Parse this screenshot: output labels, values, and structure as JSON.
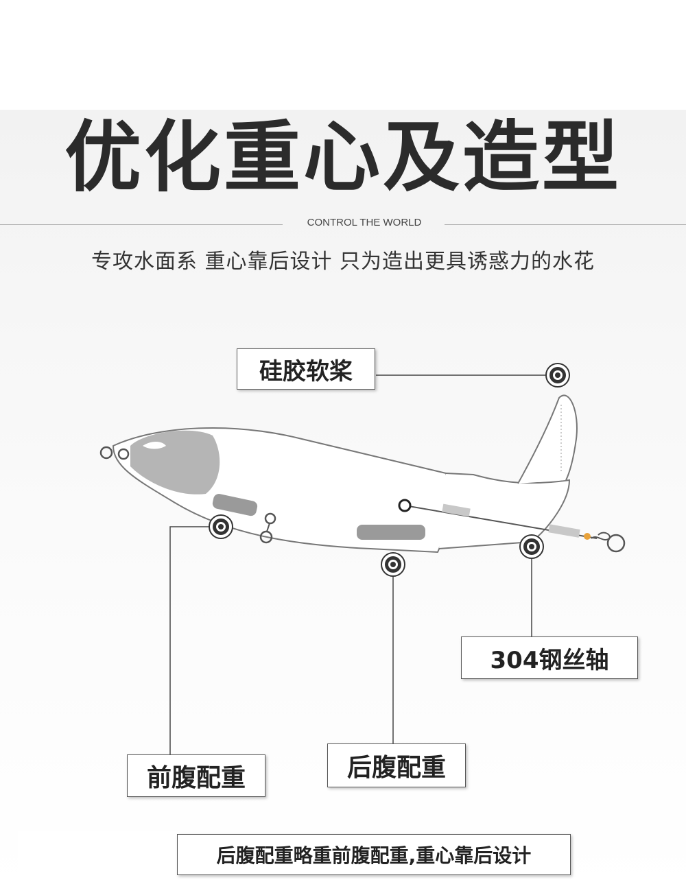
{
  "header": {
    "title": "优化重心及造型",
    "subtitle": "CONTROL THE WORLD",
    "slogan": "专攻水面系  重心靠后设计  只为造出更具诱惑力的水花"
  },
  "labels": {
    "paddle": "硅胶软桨",
    "shaft": "304钢丝轴",
    "front_weight": "前腹配重",
    "rear_weight": "后腹配重",
    "summary": "后腹配重略重前腹配重,重心靠后设计"
  }
}
